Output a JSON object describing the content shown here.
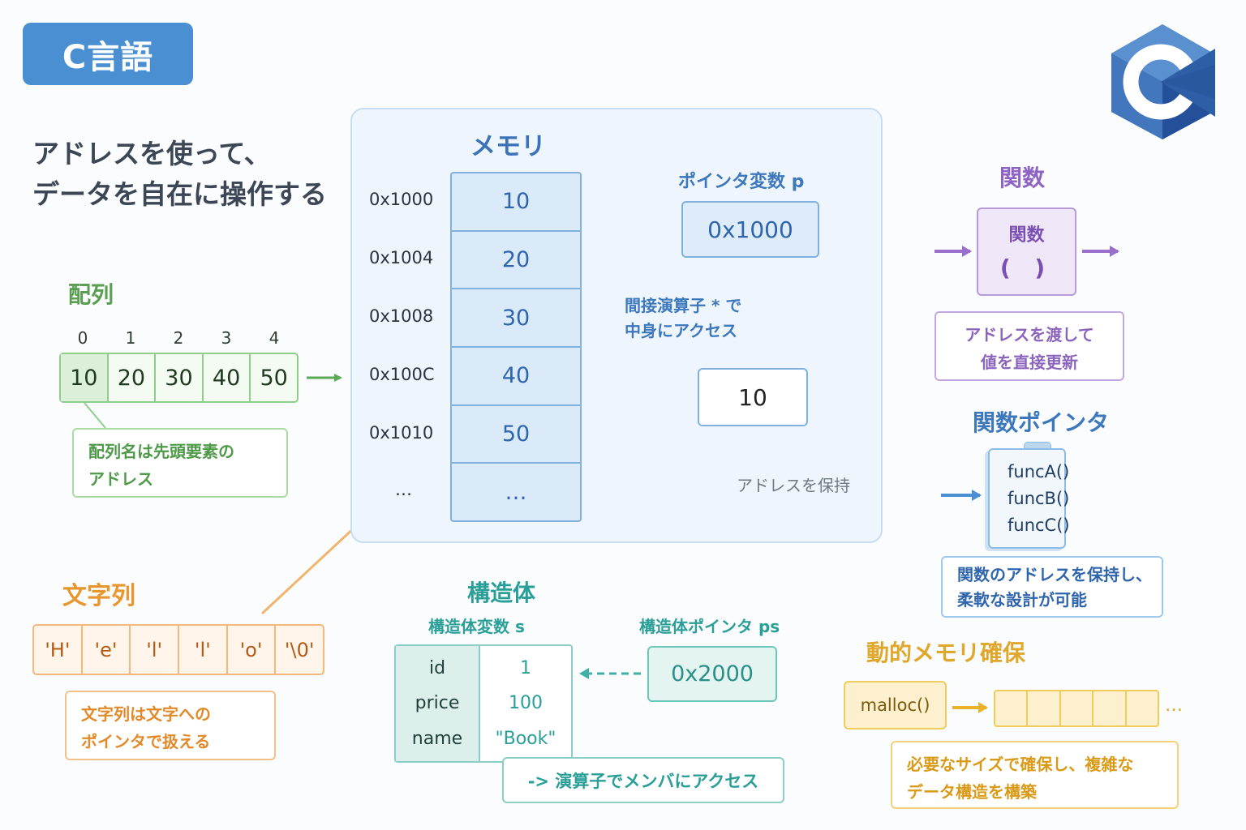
{
  "badge": "C言語",
  "headline": [
    "アドレスを使って、",
    "データを自在に操作する"
  ],
  "array": {
    "title": "配列",
    "indices": [
      "0",
      "1",
      "2",
      "3",
      "4"
    ],
    "values": [
      "10",
      "20",
      "30",
      "40",
      "50"
    ],
    "note": [
      "配列名は先頭要素の",
      "アドレス"
    ]
  },
  "memory": {
    "title": "メモリ",
    "addresses": [
      "0x1000",
      "0x1004",
      "0x1008",
      "0x100C",
      "0x1010",
      "…"
    ],
    "values": [
      "10",
      "20",
      "30",
      "40",
      "50",
      "…"
    ],
    "pointer_label": "ポインタ変数 p",
    "pointer_value": "0x1000",
    "deref_note": [
      "間接演算子 * で",
      "中身にアクセス"
    ],
    "deref_value": "10",
    "hold_note": "アドレスを保持"
  },
  "function": {
    "title": "関数",
    "box_label": "関数",
    "box_parens": "( )",
    "note": [
      "アドレスを渡して",
      "値を直接更新"
    ]
  },
  "function_pointer": {
    "title": "関数ポインタ",
    "items": [
      "funcA()",
      "funcB()",
      "funcC()"
    ],
    "note": [
      "関数のアドレスを保持し、",
      "柔軟な設計が可能"
    ]
  },
  "string": {
    "title": "文字列",
    "chars": [
      "'H'",
      "'e'",
      "'l'",
      "'l'",
      "'o'",
      "'\\0'"
    ],
    "note": [
      "文字列は文字への",
      "ポインタで扱える"
    ]
  },
  "struct": {
    "title": "構造体",
    "var_label": "構造体変数 s",
    "ptr_label": "構造体ポインタ ps",
    "fields": [
      "id",
      "price",
      "name"
    ],
    "values": [
      "1",
      "100",
      "\"Book\""
    ],
    "ptr_value": "0x2000",
    "note": "-> 演算子でメンバにアクセス"
  },
  "dynamic": {
    "title": "動的メモリ確保",
    "func": "malloc()",
    "dots": "…",
    "note": [
      "必要なサイズで確保し、複雑な",
      "データ構造を構築"
    ]
  },
  "colors": {
    "blue": "#4a8fd2",
    "green": "#5a9e52",
    "purple": "#8e63c4",
    "orange": "#e8962e",
    "teal": "#2a9f98",
    "yellow": "#e0a82a"
  },
  "icons": [
    "c-language-logo"
  ]
}
